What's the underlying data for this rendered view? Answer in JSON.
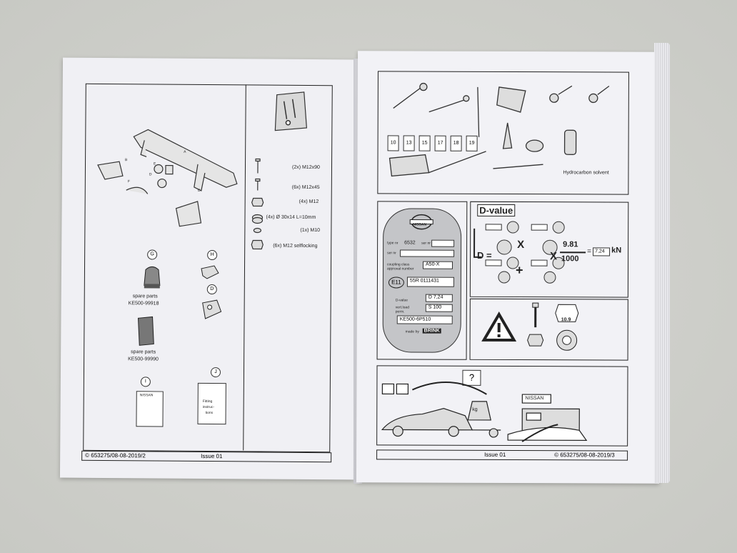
{
  "left_page": {
    "fasteners": [
      {
        "label": "(2x) M12x90"
      },
      {
        "label": "(6x) M12x45"
      },
      {
        "label": "(4x) M12"
      },
      {
        "label": "(4x) Ø 30x14 L=10mm"
      },
      {
        "label": "(1x) M10"
      },
      {
        "label": "(6x) M12 selflocking"
      }
    ],
    "part_letters": [
      "A",
      "B",
      "C",
      "D",
      "E",
      "F"
    ],
    "spare_parts_1": {
      "circle": "G",
      "line1": "spare parts",
      "line2": "KE500-99918"
    },
    "part_h": {
      "circle": "H"
    },
    "part_d": {
      "circle": "D"
    },
    "spare_parts_2": {
      "line1": "spare parts",
      "line2": "KE500-99990"
    },
    "part_i": {
      "circle": "I",
      "booklet_title": "NISSAN"
    },
    "part_j": {
      "circle": "J",
      "line1": "Fitting",
      "line2": "instruc-",
      "line3": "tions"
    },
    "footer": {
      "code": "© 653275/08-08-2019/2",
      "issue": "Issue 01"
    }
  },
  "right_page": {
    "tools": {
      "sockets": [
        "10",
        "13",
        "15",
        "17",
        "18",
        "19"
      ],
      "solvent_label": "Hydrocarbon solvent"
    },
    "plate": {
      "brand": "NISSAN",
      "type_label": "type nr",
      "type_value": "6532",
      "ser_label": "ser nr",
      "ser_nr_label": "ser nr",
      "coupling_label1": "coupling class",
      "coupling_label2": "approval number",
      "coupling_value": "A50-X",
      "e_mark": "E11",
      "approval": "55R 0111431",
      "dvalue_label": "D-value",
      "dvalue": "D 7,24",
      "vert_label1": "vert.load",
      "vert_label2": "perm.",
      "vert_value": "S 100",
      "part_no": "KE500-6P510",
      "made_by": "made by",
      "maker": "BRINK"
    },
    "dvalue_formula": {
      "title": "D-value",
      "d_label": "D =",
      "times1": "X",
      "times2": "X",
      "plus": "+",
      "numerator": "9.81",
      "denominator": "1000",
      "equals": "=",
      "result": "7,24",
      "unit": "kN"
    },
    "torque": {
      "value": "10.9"
    },
    "diagram": {
      "question": "?",
      "weight": "kg",
      "dealer": "NISSAN"
    },
    "footer": {
      "issue": "Issue 01",
      "code": "© 653275/08-08-2019/3"
    }
  }
}
